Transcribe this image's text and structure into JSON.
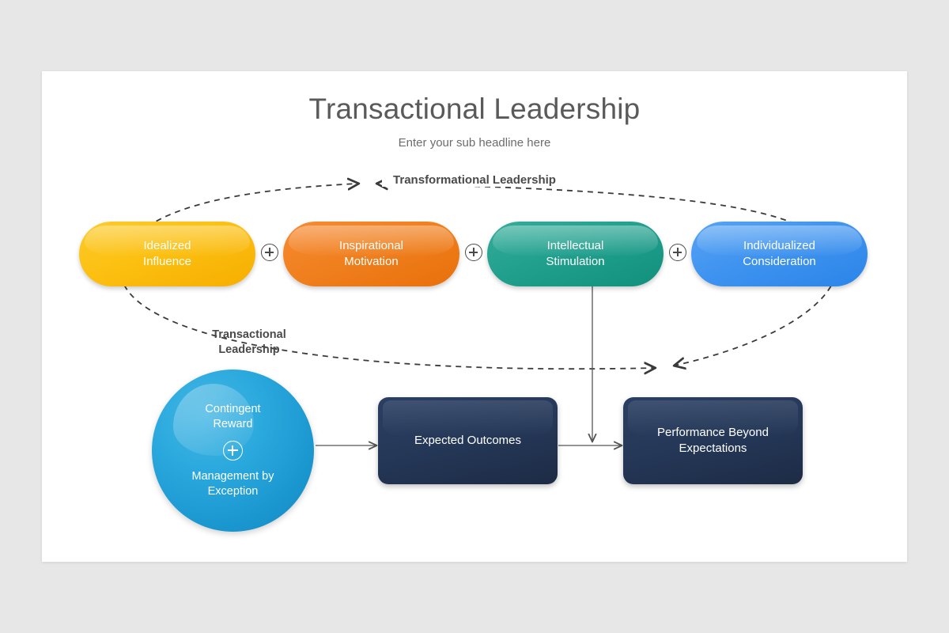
{
  "slide": {
    "title": "Transactional Leadership",
    "subtitle": "Enter your sub headline here",
    "background_color": "#e8e7e7",
    "canvas_color": "#ffffff"
  },
  "labels": {
    "transformational": "Transformational Leadership",
    "transactional": "Transactional\nLeadership",
    "transactional_line1": "Transactional",
    "transactional_line2": "Leadership"
  },
  "pills": [
    {
      "line1": "Idealized",
      "line2": "Influence",
      "color": "#fcc011"
    },
    {
      "line1": "Inspirational",
      "line2": "Motivation",
      "color": "#f0801f"
    },
    {
      "line1": "Intellectual",
      "line2": "Stimulation",
      "color": "#22a08e"
    },
    {
      "line1": "Individualized",
      "line2": "Consideration",
      "color": "#4094f0"
    }
  ],
  "connectors": {
    "plus_symbol": "+",
    "count": 3
  },
  "sphere": {
    "line1": "Contingent",
    "line2": "Reward",
    "line3": "Management by",
    "line4": "Exception",
    "plus_symbol": "+",
    "color": "#1a96cf"
  },
  "boxes": [
    {
      "line1": "Expected  Outcomes",
      "line2": "",
      "color": "#253858"
    },
    {
      "line1": "Performance  Beyond",
      "line2": "Expectations",
      "color": "#253858"
    }
  ],
  "icons": {
    "plus_circle": "plus-circle-icon",
    "arrow": "arrow-right-icon",
    "dashed_ellipse": "dashed-ellipse-icon"
  },
  "colors": {
    "text_dark": "#4a4a4a",
    "title": "#5a5a5a",
    "line": "#555555"
  }
}
